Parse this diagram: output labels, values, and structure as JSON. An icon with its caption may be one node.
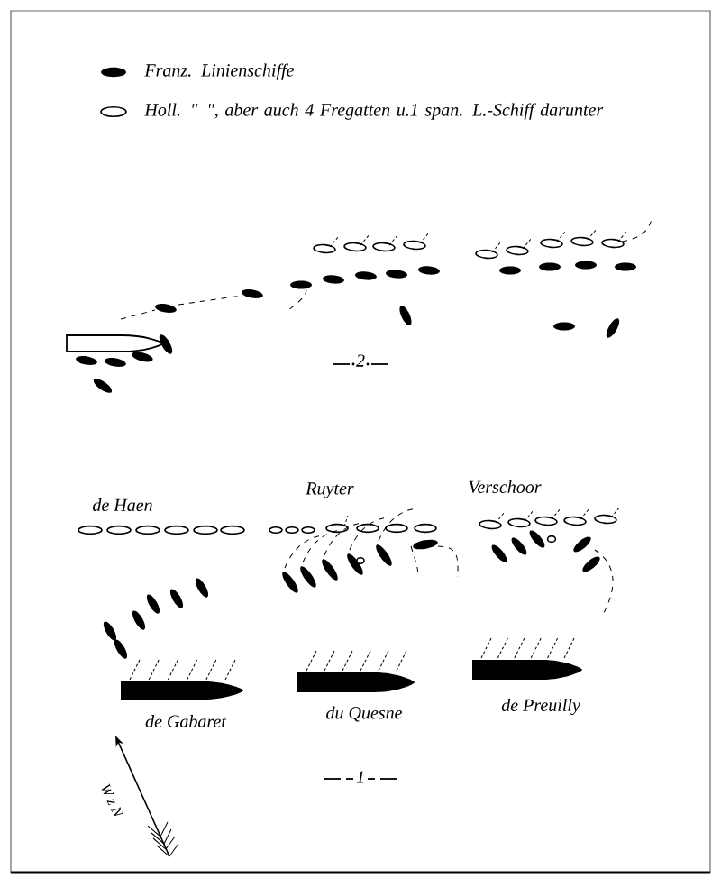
{
  "diagram": {
    "labels": [
      "2",
      "de Haen",
      "Ruyter",
      "Verschoor",
      "de Gabaret",
      "du Quesne",
      "de Preuilly",
      "1",
      "W z N"
    ],
    "legend": [
      {
        "text": "Franz. Linienschiffe"
      },
      {
        "text": "Holl. \" \", aber auch 4 Fregatten u.1 span. L.-Schiff darunter"
      }
    ]
  }
}
